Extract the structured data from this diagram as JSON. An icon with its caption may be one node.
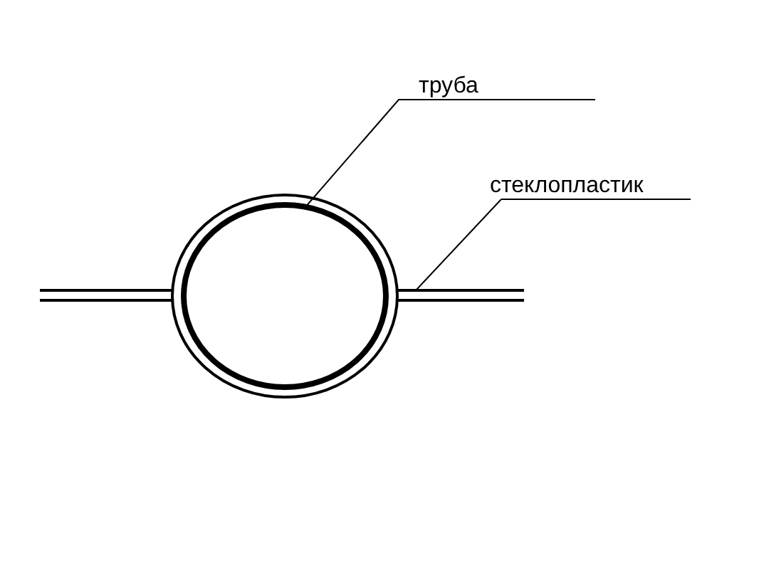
{
  "diagram": {
    "nodes": [
      {
        "text": [
          "труба"
        ]
      },
      {
        "text": [
          "стеклопластик"
        ]
      },
      {
        "text": [],
        "shape": "ring"
      },
      {
        "text": [],
        "shape": "circle",
        "in": 2
      }
    ],
    "edges": [
      {
        "from": 0,
        "to": 3,
        "arrow": "none"
      },
      {
        "from": 1,
        "to": 2,
        "arrow": "none"
      }
    ]
  }
}
